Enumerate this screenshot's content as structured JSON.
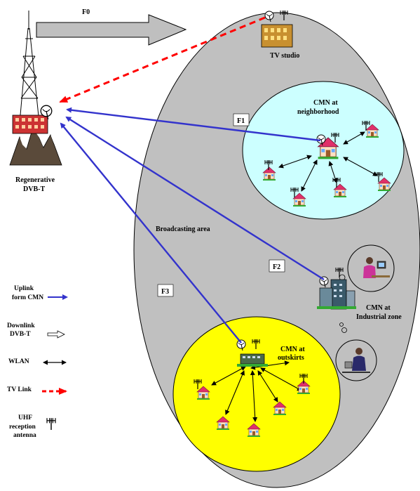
{
  "diagram": {
    "arrow_labels": {
      "f0": "F0",
      "f1": "F1",
      "f2": "F2",
      "f3": "F3"
    },
    "nodes": {
      "tv_studio": "TV studio",
      "regenerative_line1": "Regenerative",
      "regenerative_line2": "DVB-T",
      "broadcasting_area": "Broadcasting area",
      "cmn_neighborhood_line1": "CMN at",
      "cmn_neighborhood_line2": "neighborhood",
      "cmn_industrial_line1": "CMN at",
      "cmn_industrial_line2": "Industrial zone",
      "cmn_outskirts_line1": "CMN at",
      "cmn_outskirts_line2": "outskirts"
    },
    "legend": {
      "uplink_line1": "Uplink",
      "uplink_line2": "form CMN",
      "downlink_line1": "Downlink",
      "downlink_line2": "DVB-T",
      "wlan": "WLAN",
      "tv_link": "TV Link",
      "uhf_line1": "UHF",
      "uhf_line2": "reception",
      "uhf_line3": "antenna"
    },
    "colors": {
      "broadcast_area": "#c0c0c0",
      "neighborhood": "#ccffff",
      "outskirts": "#ffff00",
      "uplink": "#3333cc",
      "tv_link": "#ff0000",
      "downlink": "#bfbfbf"
    }
  }
}
